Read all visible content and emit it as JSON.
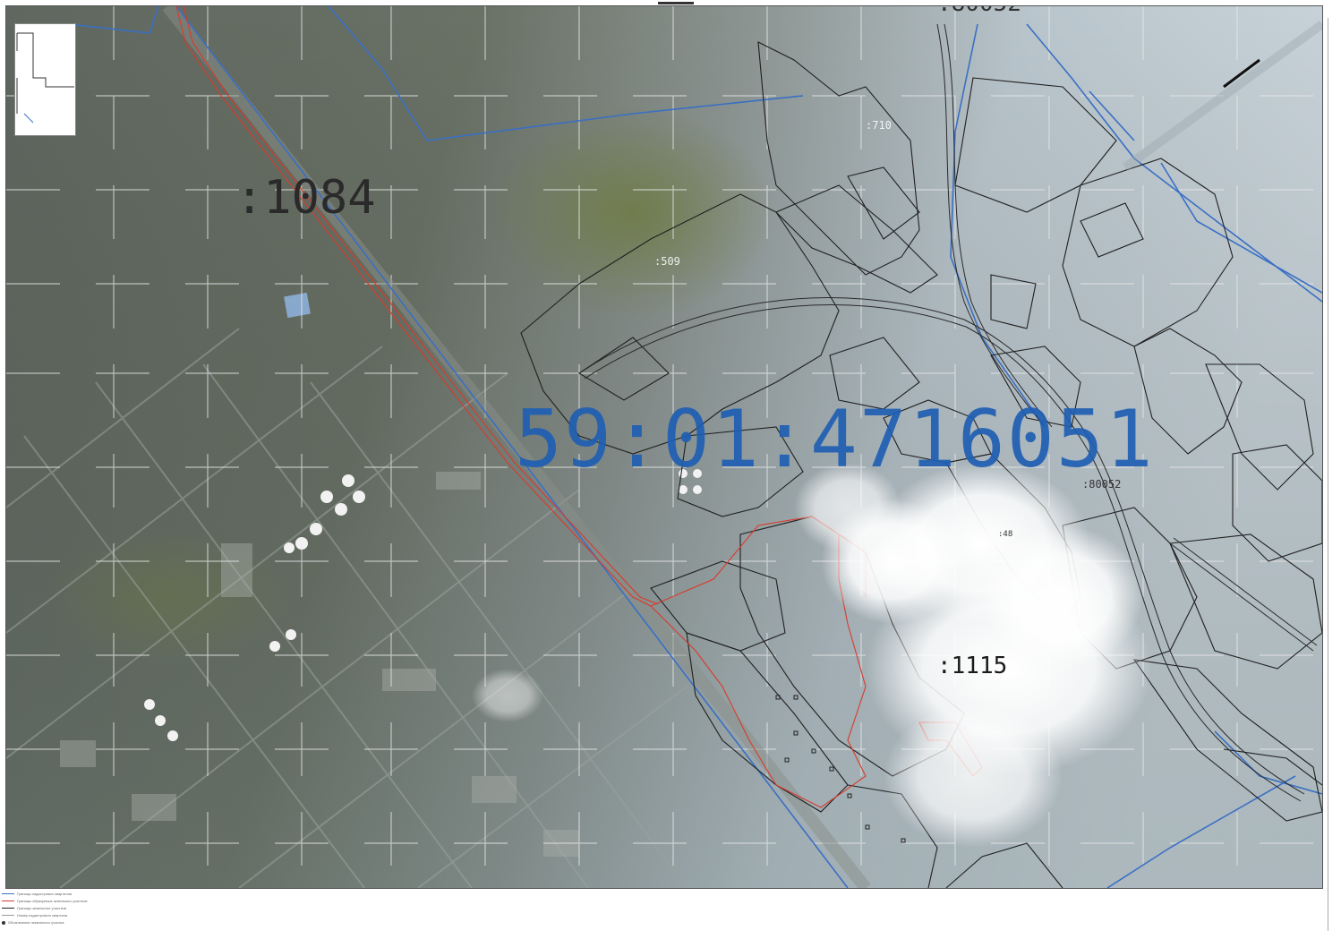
{
  "map": {
    "block_label": "59:01:4716051",
    "parcels": [
      {
        "id": "p1084",
        "label": ":1084"
      },
      {
        "id": "p1115",
        "label": ":1115"
      },
      {
        "id": "p710",
        "label": ":710"
      },
      {
        "id": "p509",
        "label": ":509"
      },
      {
        "id": "p48",
        "label": ":48"
      },
      {
        "id": "p80052",
        "label": ":80052"
      }
    ],
    "top_partial_label": ":80052",
    "colors": {
      "block_boundary": "#3a6fc4",
      "parcel_boundary": "#202020",
      "route_boundary": "#d93a2b",
      "grid": "#e8e8e8",
      "label": "#1f5fb3"
    }
  },
  "legend": {
    "items": [
      "Границы кадастровых кварталов",
      "Границы образуемых земельных участков",
      "Границы земельных участков",
      "Номер кадастрового квартала",
      "Обозначение земельного участка"
    ]
  }
}
